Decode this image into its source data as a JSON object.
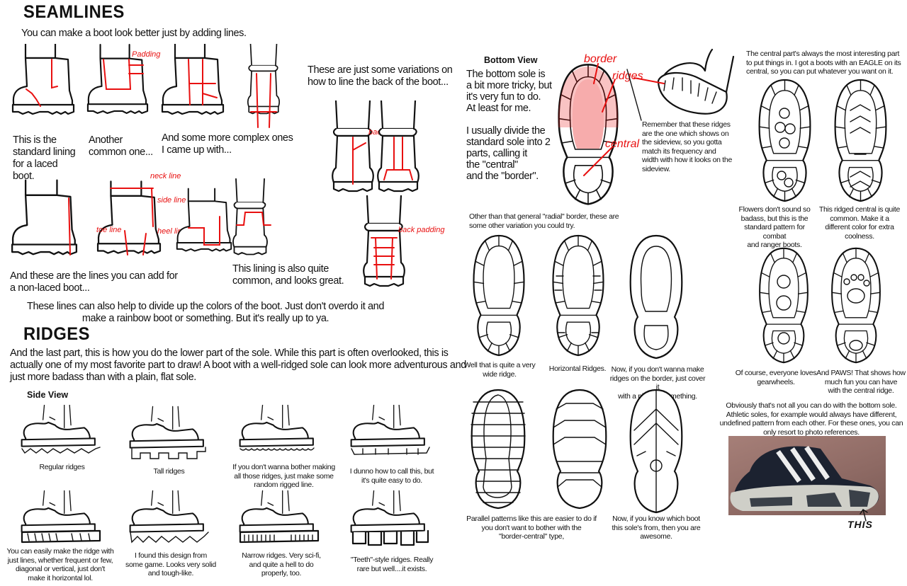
{
  "seamlines": {
    "title": "SEAMLINES",
    "intro": "You can make a boot look better just by adding lines.",
    "cap_standard": [
      "This is the",
      "standard lining",
      "for a laced",
      "boot."
    ],
    "cap_another": [
      "Another",
      "common one..."
    ],
    "cap_complex": [
      "And some more complex ones",
      "I came up with..."
    ],
    "cap_back": [
      "These are just some variations on",
      "how to line the back of the boot..."
    ],
    "cap_nonlaced": [
      "And these are the lines you can add for",
      "a non-laced boot..."
    ],
    "cap_lining": [
      "This lining is also quite",
      "common, and looks great."
    ],
    "closing": [
      "These lines can also help to divide up the colors of the boot. Just don't overdo it and",
      "make a rainbow boot or something. But it's really up to ya."
    ],
    "labels": {
      "padding": "Padding",
      "neck_line": "neck line",
      "side_line": "side line",
      "toe_line": "toe line",
      "heel_line": "heel line",
      "back_line": "back line",
      "back_padding": "back padding"
    }
  },
  "ridges": {
    "title": "RIDGES",
    "intro": [
      "And the last part, this is how you do the lower part of the sole. While this part is often overlooked, this is",
      "actually one of my most favorite part to draw! A boot with a well-ridged sole can look more adventurous and",
      "just more badass than with a plain, flat sole."
    ],
    "side_view": "Side View",
    "items": [
      [
        "Regular ridges"
      ],
      [
        "Tall ridges"
      ],
      [
        "If you don't wanna bother making",
        "all those ridges, just make some",
        "random rigged line."
      ],
      [
        "I dunno how to call this, but",
        "it's quite easy to do."
      ],
      [
        "You can easily make the ridge with",
        "just lines, whether frequent or few,",
        "diagonal or vertical, just don't",
        "make it horizontal lol."
      ],
      [
        "I found this design from",
        "some game. Looks very solid",
        "and tough-like."
      ],
      [
        "Narrow ridges. Very sci-fi,",
        "and quite a hell to do",
        "properly, too."
      ],
      [
        "\"Teeth\"-style ridges. Really",
        "rare but well....it exists."
      ]
    ]
  },
  "bottom": {
    "title": "Bottom View",
    "intro": [
      "The bottom sole is",
      "a bit more tricky, but",
      "it's very fun to do.",
      "At least for me.",
      "",
      "I usually divide the",
      "standard sole into 2",
      "parts, calling it",
      "the \"central\"",
      "and the \"border\"."
    ],
    "labels": {
      "border": "border",
      "ridges": "ridges",
      "central": "central"
    },
    "remember": [
      "Remember that these ridges",
      "are the one which shows on",
      "the sideview, so you gotta",
      "match its frequency and",
      "width with how it looks on the",
      "sideview."
    ],
    "central_note": [
      "The central part's always the most interesting part",
      "to put things in. I got a boots with an EAGLE on its",
      "central, so you can put whatever you want on it."
    ],
    "flowers": [
      "Flowers don't sound so",
      "badass, but this is the",
      "standard pattern for combat",
      "and ranger boots."
    ],
    "ridged": [
      "This ridged central is quite",
      "common. Make it a",
      "different color for extra",
      "coolness."
    ],
    "other": [
      "Other than that general \"radial\" border, these are",
      "some other variation you could try."
    ],
    "wide": [
      "Well that is quite a very",
      "wide ridge."
    ],
    "horizontal": [
      "Horizontal Ridges."
    ],
    "plate": [
      "Now, if you don't wanna make",
      "ridges on the border, just cover it",
      "with a plate or something."
    ],
    "gear": [
      "Of course, everyone loves",
      "gearwheels."
    ],
    "paws": [
      "And PAWS! That shows how",
      "much fun you can have",
      "with the central ridge."
    ],
    "parallel": [
      "Parallel patterns like this are easier to do if",
      "you don't want to bother with the",
      "\"border-central\" type,"
    ],
    "know": [
      "Now, if you know which boot",
      "this sole's from, then you are",
      "awesome."
    ],
    "athletic": [
      "Obviously that's not all you can do with the bottom sole.",
      "Athletic soles, for example would always have different,",
      "undefined pattern from each other. For these ones, you can",
      "only resort to photo references."
    ],
    "this_label": "THIS"
  },
  "colors": {
    "ink": "#111111",
    "red": "#e81010"
  }
}
